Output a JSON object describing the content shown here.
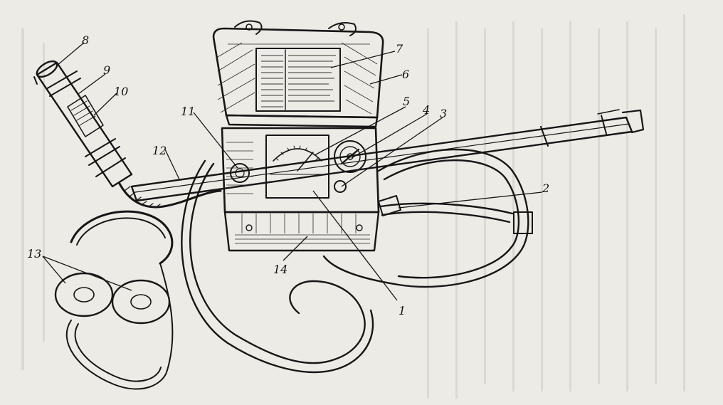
{
  "figure": {
    "callouts": [
      {
        "id": "1",
        "label": "1"
      },
      {
        "id": "2",
        "label": "2"
      },
      {
        "id": "3",
        "label": "3"
      },
      {
        "id": "4",
        "label": "4"
      },
      {
        "id": "5",
        "label": "5"
      },
      {
        "id": "6",
        "label": "6"
      },
      {
        "id": "7",
        "label": "7"
      },
      {
        "id": "8",
        "label": "8"
      },
      {
        "id": "9",
        "label": "9"
      },
      {
        "id": "10",
        "label": "10"
      },
      {
        "id": "11",
        "label": "11"
      },
      {
        "id": "12",
        "label": "12"
      },
      {
        "id": "13",
        "label": "13"
      },
      {
        "id": "14",
        "label": "14"
      }
    ],
    "colors": {
      "paper": "#ecebe6",
      "ink": "#161616",
      "label_panel": "#f4f3ee"
    }
  }
}
